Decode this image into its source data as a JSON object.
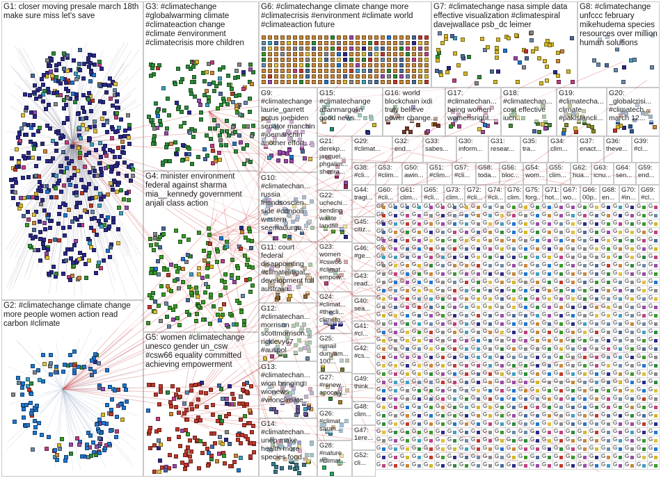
{
  "groups": [
    {
      "id": "G1",
      "text": "G1: closer moving presale march 18th make sure miss let's save",
      "color": "#2a2a8a",
      "box": "g1"
    },
    {
      "id": "G2",
      "text": "G2: #climatechange climate change more people women action read carbon #climate",
      "color": "#1f77d0",
      "box": "g2"
    },
    {
      "id": "G3",
      "text": "G3: #climatechange #globalwarming climate #climateaction change #climate #environment #climatecrisis more children",
      "color": "#2e8b3a",
      "box": "g3"
    },
    {
      "id": "G4",
      "text": "G4: minister environment federal against sharma mia__kennedy government anjali class action",
      "color": "#3a9a2a",
      "box": "g4"
    },
    {
      "id": "G5",
      "text": "G5: women #climatechange unesco gender un_csw #csw66 equality committed achieving empowerment",
      "color": "#c0392b",
      "box": "g5"
    },
    {
      "id": "G6",
      "text": "G6: #climatechange climate change more #climatecrisis #environment #climate world #climateaction future",
      "color": "#c8883a",
      "box": "g6"
    },
    {
      "id": "G7",
      "text": "G7: #climatechange nasa simple data effective visualization #climatespiral davejwallace psb_dc leimer",
      "color": "#d4b82a",
      "box": "g7"
    },
    {
      "id": "G8",
      "text": "G8: #climatechange unfccc february mikehudema species resources over million human solutions",
      "color": "#6a8aa8",
      "box": "g8"
    },
    {
      "id": "G9",
      "text": "G9: #climatechange laurie_garrett potus joebiden senator manchin #joemanchin another effort...",
      "color": "#9a4aa8",
      "box": "g9"
    },
    {
      "id": "G10",
      "text": "G10: #climatechan... russia friendsoscien... side #cdnpoli western seemadurgu...",
      "color": "#4a6a9a",
      "box": "g10"
    },
    {
      "id": "G11",
      "text": "G11: court federal disappointing #climatelitigat... development full australia...",
      "color": "#8a6a3a",
      "box": "g11"
    },
    {
      "id": "G12",
      "text": "G12: #climatechan... morrison scottmorrison... ricklevy67 #auspol",
      "color": "#5a8a5a",
      "box": "g12"
    },
    {
      "id": "G13",
      "text": "G13: #climatechan... wion bringing wionews #wionclimate...",
      "color": "#6a5a9a",
      "box": "g13"
    },
    {
      "id": "G14",
      "text": "G14: #climatechan... unep make health more species food...",
      "color": "#3a7a8a",
      "box": "g14"
    },
    {
      "id": "G15",
      "text": "G15: #climatechange allanmargolin good news...",
      "color": "#2a8a6a",
      "box": "g15"
    },
    {
      "id": "G16",
      "text": "G16: world blockchain ixdi truly believe power change...",
      "color": "#7a3a2a",
      "box": "g16"
    },
    {
      "id": "G17",
      "text": "G17: #climatechan... being women womensright...",
      "color": "#a84a8a",
      "box": "g17"
    },
    {
      "id": "G18",
      "text": "G18: #climatechan... cost effective iucn...",
      "color": "#4a8a3a",
      "box": "g18"
    },
    {
      "id": "G19",
      "text": "G19: #climatecha... climate #pakistancli...",
      "color": "#8a8a2a",
      "box": "g19"
    },
    {
      "id": "G20",
      "text": "G20: _globalcrisi... #climatech... march 12...",
      "color": "#2a5a9a",
      "box": "g20"
    },
    {
      "id": "G21",
      "text": "G21: derekp... jacquel... phgalim... sherira...",
      "color": "#9a2a5a",
      "box": "g21"
    },
    {
      "id": "G22",
      "text": "G22: uchechi... sending waste landfill...",
      "color": "#5a9a2a",
      "box": "g22"
    },
    {
      "id": "G23",
      "text": "G23: women #csw66 #climat... empow...",
      "color": "#aa3a3a",
      "box": "g23"
    },
    {
      "id": "G24",
      "text": "G24: #climat... #thecli... climeto...",
      "color": "#3a3aaa",
      "box": "g24"
    },
    {
      "id": "G25",
      "text": "G25: ismail dunyam... 100...",
      "color": "#7a7a3a",
      "box": "g25"
    },
    {
      "id": "G26",
      "text": "G26: #climat... sarah...",
      "color": "#3a8aaa",
      "box": "g26"
    },
    {
      "id": "G27",
      "text": "G27: #renew... apocaly...",
      "color": "#aa7a2a",
      "box": "g27"
    },
    {
      "id": "G28",
      "text": "G28: #nature #climat...",
      "color": "#2aaa5a",
      "box": "g28"
    },
    {
      "id": "G29",
      "text": "G29: #climat...",
      "color": "#8a2aaa",
      "box": "g29"
    },
    {
      "id": "G30",
      "text": "G30: inform...",
      "color": "#5a5a5a",
      "box": "g30"
    },
    {
      "id": "G31",
      "text": "G31: resear...",
      "color": "#aa5a2a",
      "box": "g31"
    },
    {
      "id": "G32",
      "text": "G32: end...",
      "color": "#2a6a2a",
      "box": "g32"
    },
    {
      "id": "G33",
      "text": "G33: sabes...",
      "color": "#6a2a2a",
      "box": "g33"
    },
    {
      "id": "G34",
      "text": "G34: clim...",
      "color": "#2a2a6a",
      "box": "g34"
    },
    {
      "id": "G35",
      "text": "G35: tra...",
      "color": "#8a6a8a",
      "box": "g35"
    },
    {
      "id": "G36",
      "text": "G36: theve...",
      "color": "#4a4a8a",
      "box": "g36"
    },
    {
      "id": "G37",
      "text": "G37: enact...",
      "color": "#6a8a4a",
      "box": "g37"
    },
    {
      "id": "G38",
      "text": "G38: #cli...",
      "color": "#8a4a4a",
      "box": "g38"
    },
    {
      "id": "G39",
      "text": "G39: #cl...",
      "color": "#4a8a8a",
      "box": "g39"
    },
    {
      "id": "G40",
      "text": "G40: sea...",
      "color": "#8a8a4a",
      "box": "g40"
    },
    {
      "id": "G41",
      "text": "G41: #cl...",
      "color": "#4a4a4a",
      "box": "g41"
    },
    {
      "id": "G42",
      "text": "G42: #cs...",
      "color": "#aa2a2a",
      "box": "g42"
    },
    {
      "id": "G43",
      "text": "G43: read...",
      "color": "#2aaa2a",
      "box": "g43"
    },
    {
      "id": "G44",
      "text": "G44: tragi...",
      "color": "#2a2aaa",
      "box": "g44"
    },
    {
      "id": "G45",
      "text": "G45: citiz...",
      "color": "#aaaa2a",
      "box": "g45"
    },
    {
      "id": "G46",
      "text": "G46: #ge...",
      "color": "#aa2aaa",
      "box": "g46"
    },
    {
      "id": "G47",
      "text": "G47: 1ere...",
      "color": "#2aaaaa",
      "box": "g47"
    },
    {
      "id": "G48",
      "text": "G48: clim...",
      "color": "#6a6a2a",
      "box": "g48"
    },
    {
      "id": "G49",
      "text": "G49: think...",
      "color": "#2a6a6a",
      "box": "g49"
    },
    {
      "id": "G50",
      "text": "G50: awin...",
      "color": "#6a2a6a",
      "box": "g50"
    },
    {
      "id": "G51",
      "text": "G51: #clim...",
      "color": "#5a7a9a",
      "box": "g51"
    },
    {
      "id": "G52",
      "text": "G52: cli...",
      "color": "#9a7a5a",
      "box": "g52"
    },
    {
      "id": "G53",
      "text": "G53: #clim...",
      "color": "#7a9a5a",
      "box": "g53"
    },
    {
      "id": "G54",
      "text": "G54: wom...",
      "color": "#9a5a7a",
      "box": "g54"
    },
    {
      "id": "G55",
      "text": "G55: clim...",
      "color": "#5a9a7a",
      "box": "g55"
    },
    {
      "id": "G56",
      "text": "G56: bloc...",
      "color": "#7a5a9a",
      "box": "g56"
    },
    {
      "id": "G57",
      "text": "G57: #cli...",
      "color": "#9a9a5a",
      "box": "g57"
    },
    {
      "id": "G58",
      "text": "G58: toda...",
      "color": "#5a5a9a",
      "box": "g58"
    },
    {
      "id": "G59",
      "text": "G59: end...",
      "color": "#9a5a5a",
      "box": "g59"
    },
    {
      "id": "G60",
      "text": "G60: #cli...",
      "color": "#5a9a5a",
      "box": "g60"
    },
    {
      "id": "G61",
      "text": "G61: clim...",
      "color": "#3a6a9a",
      "box": "g61"
    },
    {
      "id": "G62",
      "text": "G62: hua...",
      "color": "#9a6a3a",
      "box": "g62"
    },
    {
      "id": "G63",
      "text": "G63: icnu...",
      "color": "#6a9a3a",
      "box": "g63"
    },
    {
      "id": "G64",
      "text": "G64: sen...",
      "color": "#9a3a6a",
      "box": "g64"
    },
    {
      "id": "G65",
      "text": "G65: #cli...",
      "color": "#3a9a6a",
      "box": "g65"
    },
    {
      "id": "G66",
      "text": "G66: 00p...",
      "color": "#6a3a9a",
      "box": "g66"
    },
    {
      "id": "G67",
      "text": "G67: wo...",
      "color": "#8a5a3a",
      "box": "g67"
    },
    {
      "id": "G68",
      "text": "G68: en...",
      "color": "#3a5a8a",
      "box": "g68"
    },
    {
      "id": "G69",
      "text": "G69: #cl...",
      "color": "#5a8a3a",
      "box": "g69"
    },
    {
      "id": "G70",
      "text": "G70: #in...",
      "color": "#8a3a5a",
      "box": "g70"
    },
    {
      "id": "G71",
      "text": "G71: hot...",
      "color": "#3a8a5a",
      "box": "g71"
    },
    {
      "id": "G72",
      "text": "G72: #cli...",
      "color": "#5a3a8a",
      "box": "g72"
    },
    {
      "id": "G73",
      "text": "G73: clim...",
      "color": "#7a7a7a",
      "box": "g73"
    },
    {
      "id": "G74",
      "text": "G74: #cli...",
      "color": "#a0522d",
      "box": "g74"
    },
    {
      "id": "G75",
      "text": "G75: forg...",
      "color": "#2d7aa0",
      "box": "g75"
    },
    {
      "id": "G76",
      "text": "G76: clim...",
      "color": "#7aa02d",
      "box": "g76"
    }
  ],
  "grid_labels": {
    "g8_row": "G8",
    "g9_row": "G9",
    "g1_row": "G1",
    "g_cells": "G"
  }
}
